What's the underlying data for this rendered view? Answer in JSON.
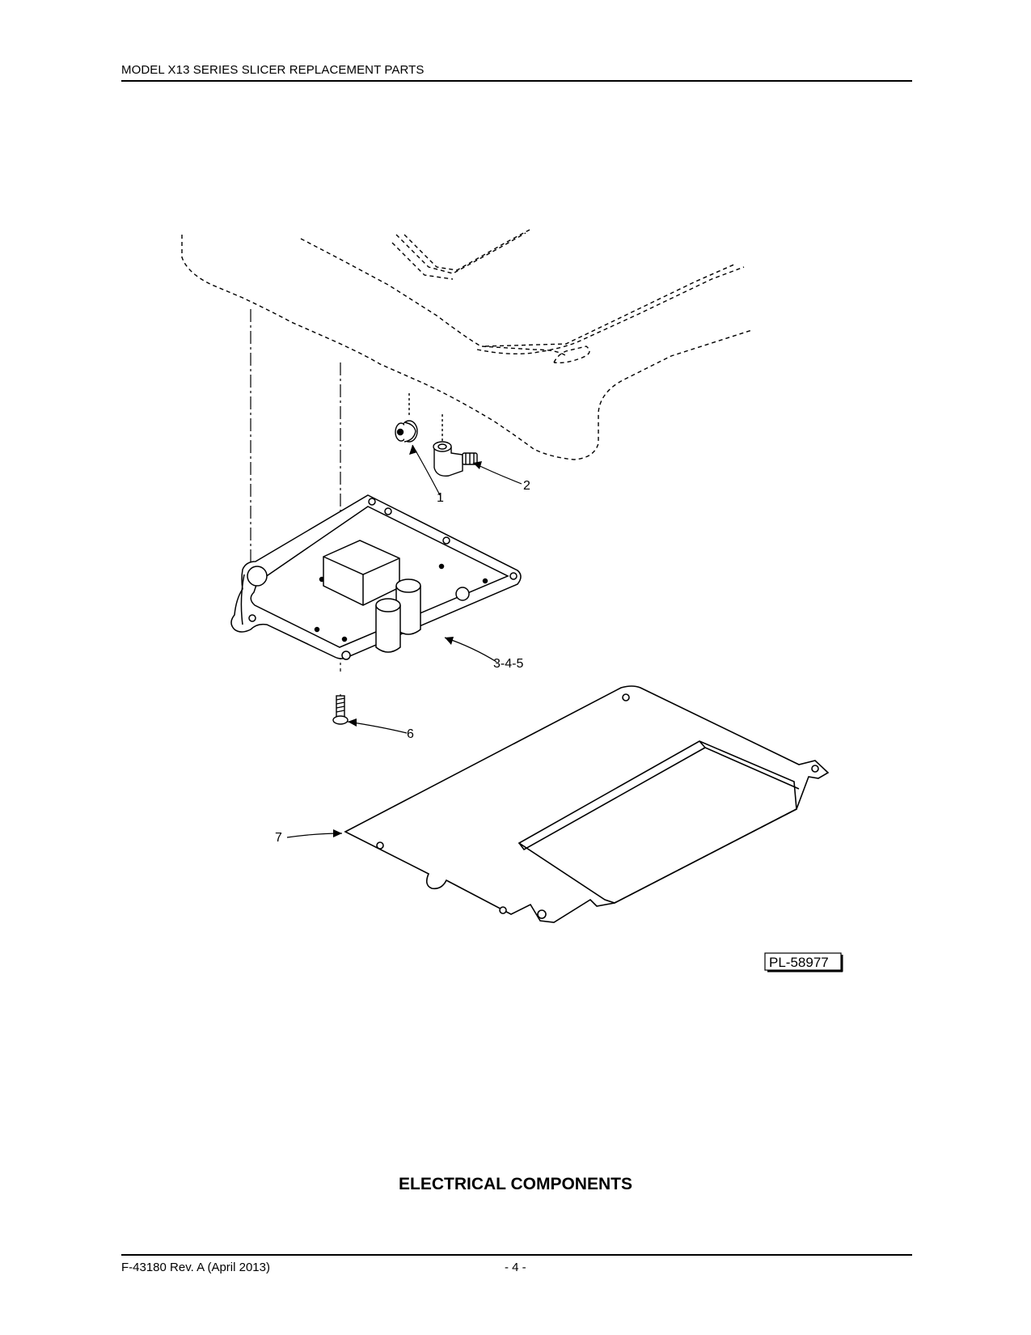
{
  "header": {
    "title": "MODEL X13 SERIES SLICER REPLACEMENT PARTS"
  },
  "figure": {
    "callouts": {
      "item1": "1",
      "item2": "2",
      "item345": "3-4-5",
      "item6": "6",
      "item7": "7"
    },
    "drawing_number": "PL-58977"
  },
  "section_title": "ELECTRICAL COMPONENTS",
  "footer": {
    "document": "F-43180 Rev. A (April 2013)",
    "page": "- 4 -"
  }
}
